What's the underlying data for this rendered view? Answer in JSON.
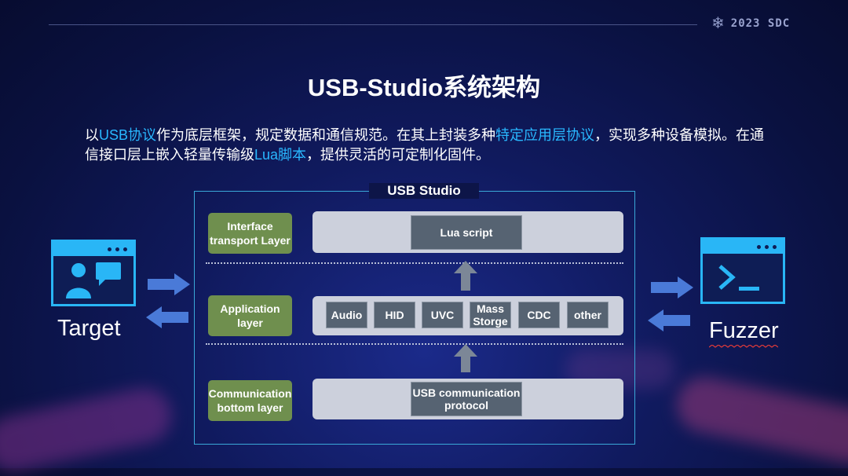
{
  "header": {
    "logo_glyph": "❄",
    "brand": "2023 SDC"
  },
  "title": "USB-Studio系统架构",
  "description": {
    "p1": "以",
    "h1": "USB协议",
    "p2": "作为底层框架，规定数据和通信规范。在其上封装多种",
    "h2": "特定应用层协议",
    "p3": "，实现多种设备模拟。在通信接口层上嵌入轻量传输级",
    "h3": "Lua脚本",
    "p4": "，提供灵活的可定制化固件。"
  },
  "studio": {
    "title": "USB Studio",
    "layers": [
      {
        "label": "Interface transport Layer",
        "content": "Lua script"
      },
      {
        "label": "Application layer",
        "modules": [
          "Audio",
          "HID",
          "UVC",
          "Mass Storge",
          "CDC",
          "other"
        ]
      },
      {
        "label": "Communication bottom layer",
        "content": "USB communication protocol"
      }
    ]
  },
  "left": {
    "label": "Target",
    "icon": "video-chat-screen-icon"
  },
  "right": {
    "label": "Fuzzer",
    "icon": "terminal-screen-icon"
  },
  "colors": {
    "accent": "#29b6f6",
    "highlight": "#29b8ff",
    "layer_green": "#6f8f4e",
    "arrow_blue": "#4a7ad8",
    "module_grey": "#566372"
  }
}
